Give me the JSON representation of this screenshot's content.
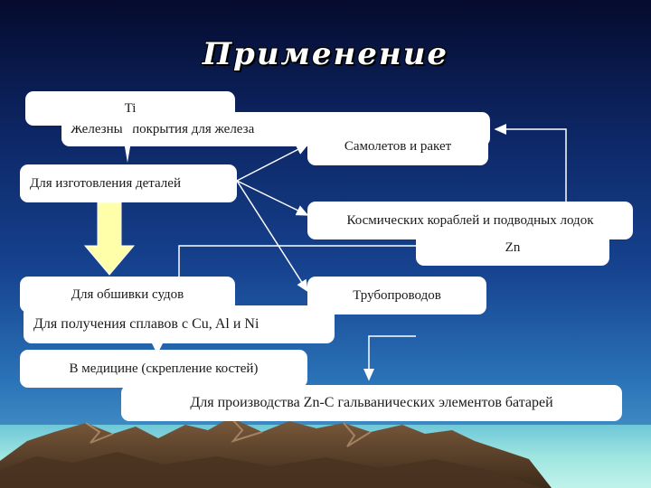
{
  "title": "Применение",
  "boxes": {
    "ti": "Ti",
    "coatings": "Железные покрытия для железа",
    "aircraft": "Самолетов и ракет",
    "parts": "Для изготовления деталей",
    "spacecraft": "Космических кораблей и подводных лодок",
    "zn": "Zn",
    "ship_plating": "Для обшивки судов",
    "pipelines": "Трубопроводов",
    "alloys": "Для получения сплавов с Cu, Al и Ni",
    "medicine": "В медицине (скрепление костей)",
    "batteries": "Для производства Zn-C гальванических элементов батарей"
  },
  "colors": {
    "box_fill": "#ffffff",
    "arrow": "#ffffff",
    "big_arrow": "#ffffaa",
    "title": "#ffffff"
  }
}
